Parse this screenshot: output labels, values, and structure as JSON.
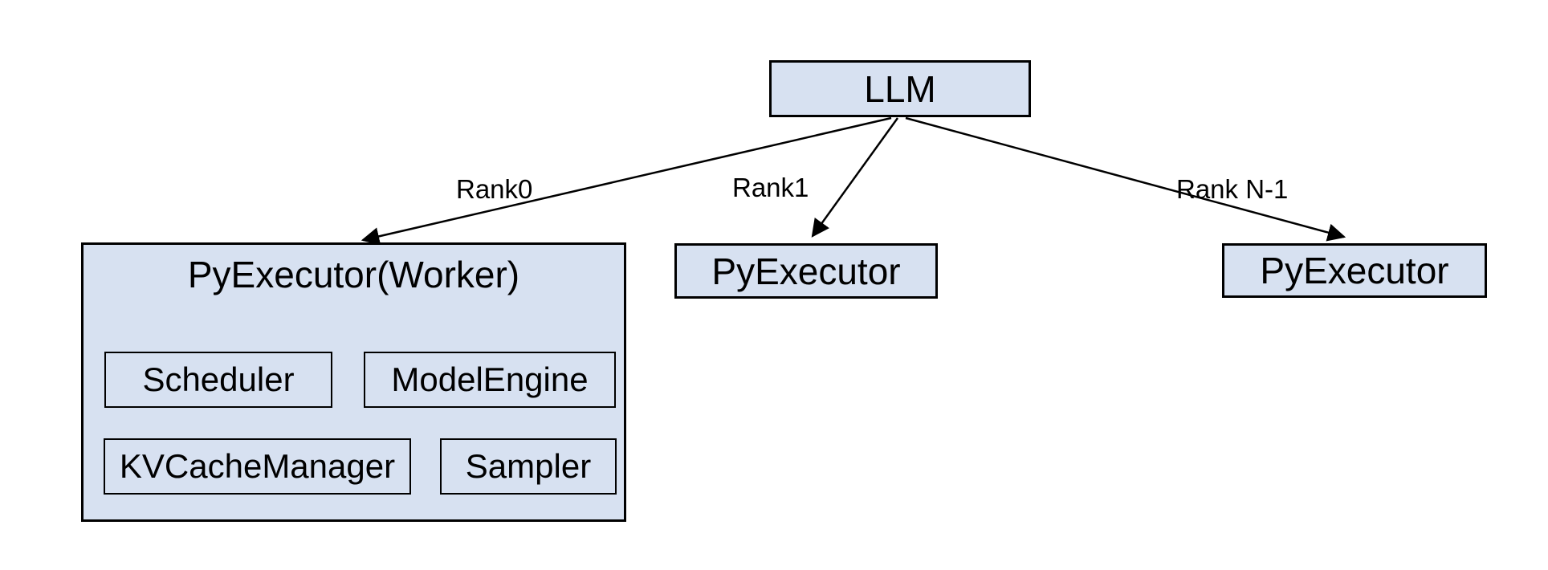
{
  "colors": {
    "background": "#ffffff",
    "box_fill": "#d7e1f1",
    "box_border": "#000000",
    "text_color": "#000000",
    "edge_color": "#000000"
  },
  "nodes": {
    "llm": {
      "label": "LLM"
    },
    "worker": {
      "label": "PyExecutor(Worker)",
      "children": [
        {
          "label": "Scheduler"
        },
        {
          "label": "ModelEngine"
        },
        {
          "label": "KVCacheManager"
        },
        {
          "label": "Sampler"
        }
      ]
    },
    "executor_rank1": {
      "label": "PyExecutor"
    },
    "executor_rank_n": {
      "label": "PyExecutor"
    }
  },
  "edges": [
    {
      "label": "Rank0",
      "from": "llm",
      "to": "worker"
    },
    {
      "label": "Rank1",
      "from": "llm",
      "to": "executor_rank1"
    },
    {
      "label": "Rank N-1",
      "from": "llm",
      "to": "executor_rank_n"
    }
  ]
}
